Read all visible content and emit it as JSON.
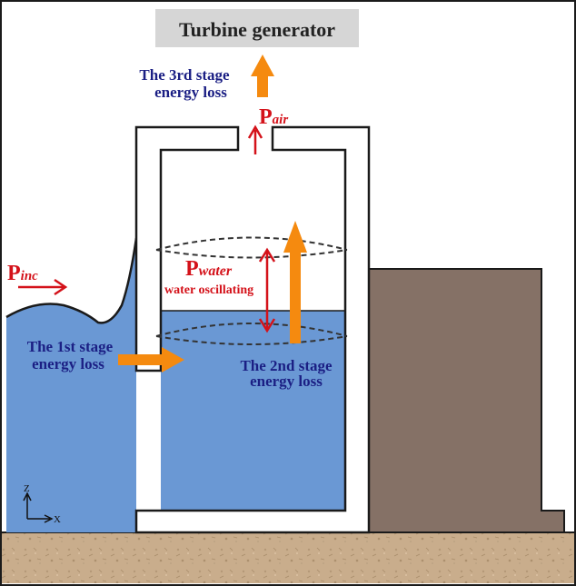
{
  "title": "Turbine generator",
  "labels": {
    "stage3_line1": "The 3rd stage",
    "stage3_line2": "energy loss",
    "stage1_line1": "The 1st stage",
    "stage1_line2": "energy loss",
    "stage2_line1": "The 2nd stage",
    "stage2_line2": "energy loss",
    "water_oscillating": "water oscillating"
  },
  "powers": {
    "air": {
      "main": "P",
      "sub": "air"
    },
    "inc": {
      "main": "P",
      "sub": "inc"
    },
    "water": {
      "main": "P",
      "sub": "water"
    }
  },
  "axes": {
    "z": "Z",
    "x": "X"
  },
  "colors": {
    "water": "#6a98d4",
    "structure_fill": "#ffffff",
    "structure_stroke": "#1a1a1a",
    "breakwater": "#857166",
    "ground": "#c9ad8c",
    "energy_arrow": "#f58a0f",
    "power_arrow": "#d4121a",
    "label_blue": "#1b1f84",
    "title_box": "#d6d6d6"
  }
}
